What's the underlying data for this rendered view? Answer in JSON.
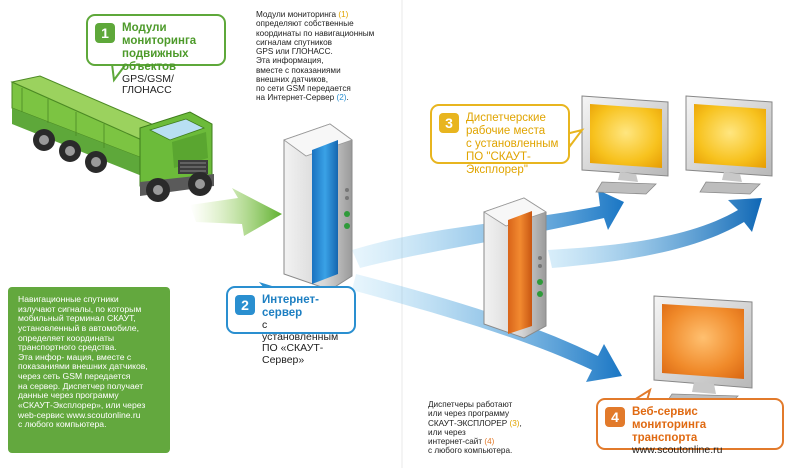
{
  "callouts": {
    "modules": {
      "number": "1",
      "title_line1": "Модули мониторинга",
      "title_line2": "подвижных объектов",
      "subtitle": "GPS/GSM/ГЛОНАСС"
    },
    "server": {
      "number": "2",
      "title": "Интернет-сервер",
      "line1": "с установленным",
      "line2": "ПО «СКАУТ-Сервер»"
    },
    "dispatch": {
      "number": "3",
      "line1": "Диспетчерские",
      "line2": "рабочие места",
      "line3": "с установленным",
      "line4": "ПО \"СКАУТ-Эксплорер\""
    },
    "webservice": {
      "number": "4",
      "title_line1": "Веб-сервис мониторинга",
      "title_line2": "транспорта",
      "url": "www.scoutonline.ru"
    }
  },
  "top_note": {
    "line1_a": "Модули мониторинга",
    "line1_ref": "(1)",
    "line2": "определяют собственные",
    "line3": "координаты по навигационным",
    "line4": "сигналам спутников",
    "line5": "GPS или ГЛОНАСС.",
    "line6": "Эта информация,",
    "line7": "вместе с показаниями",
    "line8": "внешних датчиков,",
    "line9": "по сети GSM передается",
    "line10_a": "на Интернет-Сервер",
    "line10_ref": "(2)",
    "line10_b": "."
  },
  "bottom_note": {
    "line1": "Диспетчеры работают",
    "line2": "или через программу",
    "line3_a": "СКАУТ-ЭКСПЛОРЕР",
    "line3_ref": "(3)",
    "line3_b": ",",
    "line4": "или через",
    "line5_a": "интернет-сайт",
    "line5_ref": "(4)",
    "line6": "с любого компьютера."
  },
  "green_panel": [
    "Навигационные спутники",
    "излучают сигналы, по которым",
    "мобильный терминал СКАУТ,",
    "установленный в автомобиле,",
    "определяет координаты",
    "транспортного средства.",
    "Эта инфор- мация, вместе с",
    "показаниями внешних датчиков,",
    "через сеть GSM передается",
    "на сервер. Диспетчер получает",
    "данные через программу",
    "«СКАУТ-Эксплорер», или через",
    "web-сервис www.scoutonline.ru",
    "с любого компьютера."
  ],
  "colors": {
    "green": "#5ea83a",
    "blue": "#2a8fd0",
    "yellow": "#e8b51f",
    "orange": "#e27a2b"
  }
}
